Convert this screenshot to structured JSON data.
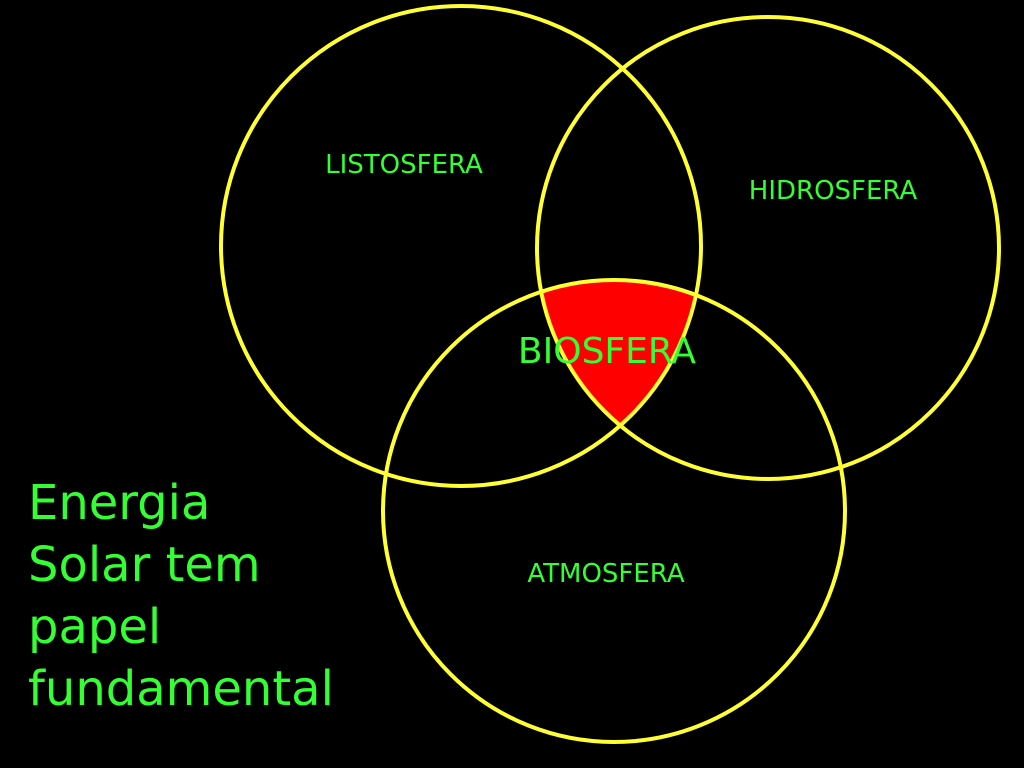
{
  "colors": {
    "background": "#000000",
    "circle_stroke": "#ffff33",
    "text": "#33ff33",
    "intersection_fill": "#ff0000"
  },
  "venn": {
    "sets": [
      {
        "id": "listosfera",
        "label": "LISTOSFERA"
      },
      {
        "id": "hidrosfera",
        "label": "HIDROSFERA"
      },
      {
        "id": "atmosfera",
        "label": "ATMOSFERA"
      }
    ],
    "intersection_label": "BIOSFERA"
  },
  "side_text": {
    "lines": [
      "Energia",
      "Solar tem",
      "papel",
      "fundamental"
    ]
  }
}
